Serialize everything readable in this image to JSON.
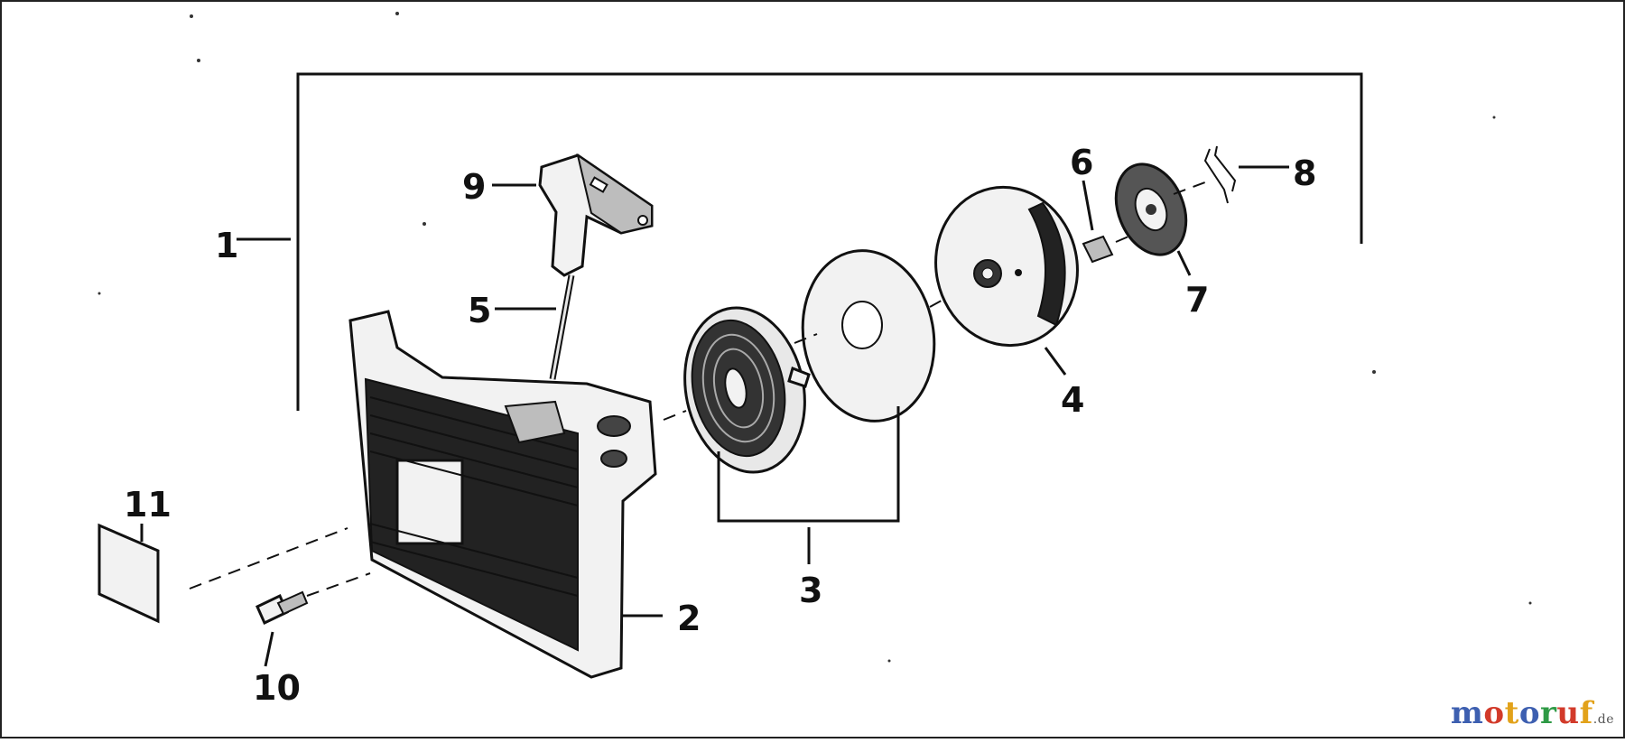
{
  "diagram": {
    "callouts": {
      "c1": "1",
      "c2": "2",
      "c3": "3",
      "c4": "4",
      "c5": "5",
      "c6": "6",
      "c7": "7",
      "c8": "8",
      "c9": "9",
      "c10": "10",
      "c11": "11"
    }
  },
  "watermark": {
    "parts": [
      {
        "text": "m",
        "color": "#3d5fb0"
      },
      {
        "text": "o",
        "color": "#d23a2a"
      },
      {
        "text": "t",
        "color": "#e2a21a"
      },
      {
        "text": "o",
        "color": "#3d5fb0"
      },
      {
        "text": "r",
        "color": "#2e9a45"
      },
      {
        "text": "u",
        "color": "#d23a2a"
      },
      {
        "text": "f",
        "color": "#e2a21a"
      }
    ],
    "suffix": ".de"
  }
}
